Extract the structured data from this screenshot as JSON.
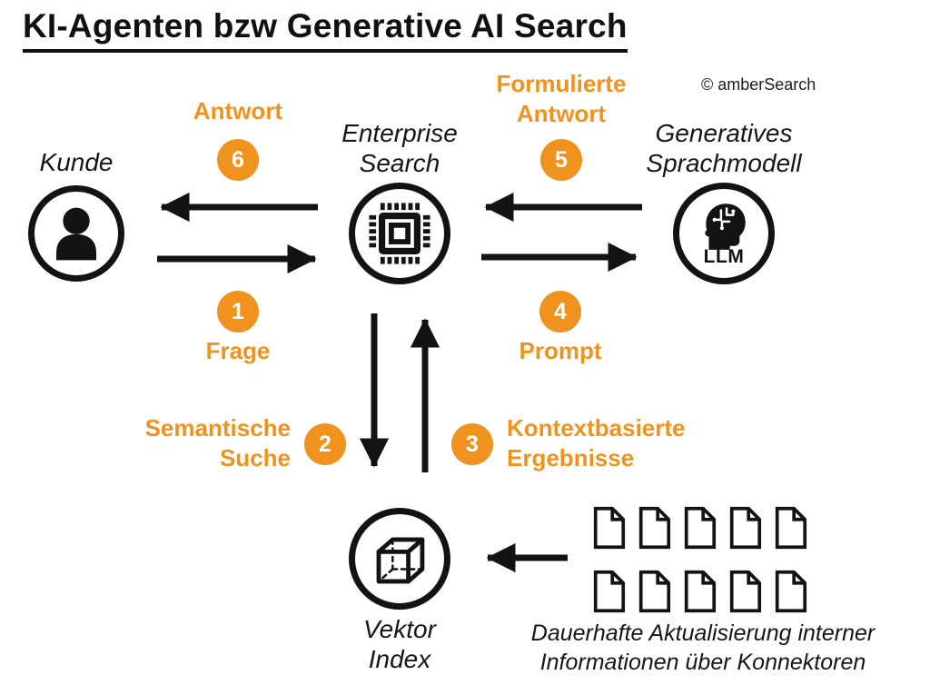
{
  "title": "KI-Agenten bzw Generative AI Search",
  "copyright": "© amberSearch",
  "colors": {
    "accent": "#F0931E",
    "ink": "#131313"
  },
  "icons": {
    "kunde": "person-icon",
    "enterprise_search": "chip-icon",
    "llm": "brain-head-icon",
    "vektor_index": "cube-icon",
    "documents": "document-icon"
  },
  "nodes": {
    "kunde": {
      "label": "Kunde"
    },
    "enterprise_search": {
      "label": "Enterprise Search"
    },
    "llm": {
      "label": "Generatives Sprachmodell",
      "icon_text": "LLM"
    },
    "vektor_index": {
      "label": "Vektor Index"
    },
    "documents": {
      "count": 10,
      "caption": "Dauerhafte Aktualisierung interner Informationen über Konnektoren"
    }
  },
  "steps": [
    {
      "number": "1",
      "label": "Frage"
    },
    {
      "number": "2",
      "label": "Semantische Suche"
    },
    {
      "number": "3",
      "label": "Kontextbasierte Ergebnisse"
    },
    {
      "number": "4",
      "label": "Prompt"
    },
    {
      "number": "5",
      "label": "Formulierte Antwort"
    },
    {
      "number": "6",
      "label": "Antwort"
    }
  ]
}
